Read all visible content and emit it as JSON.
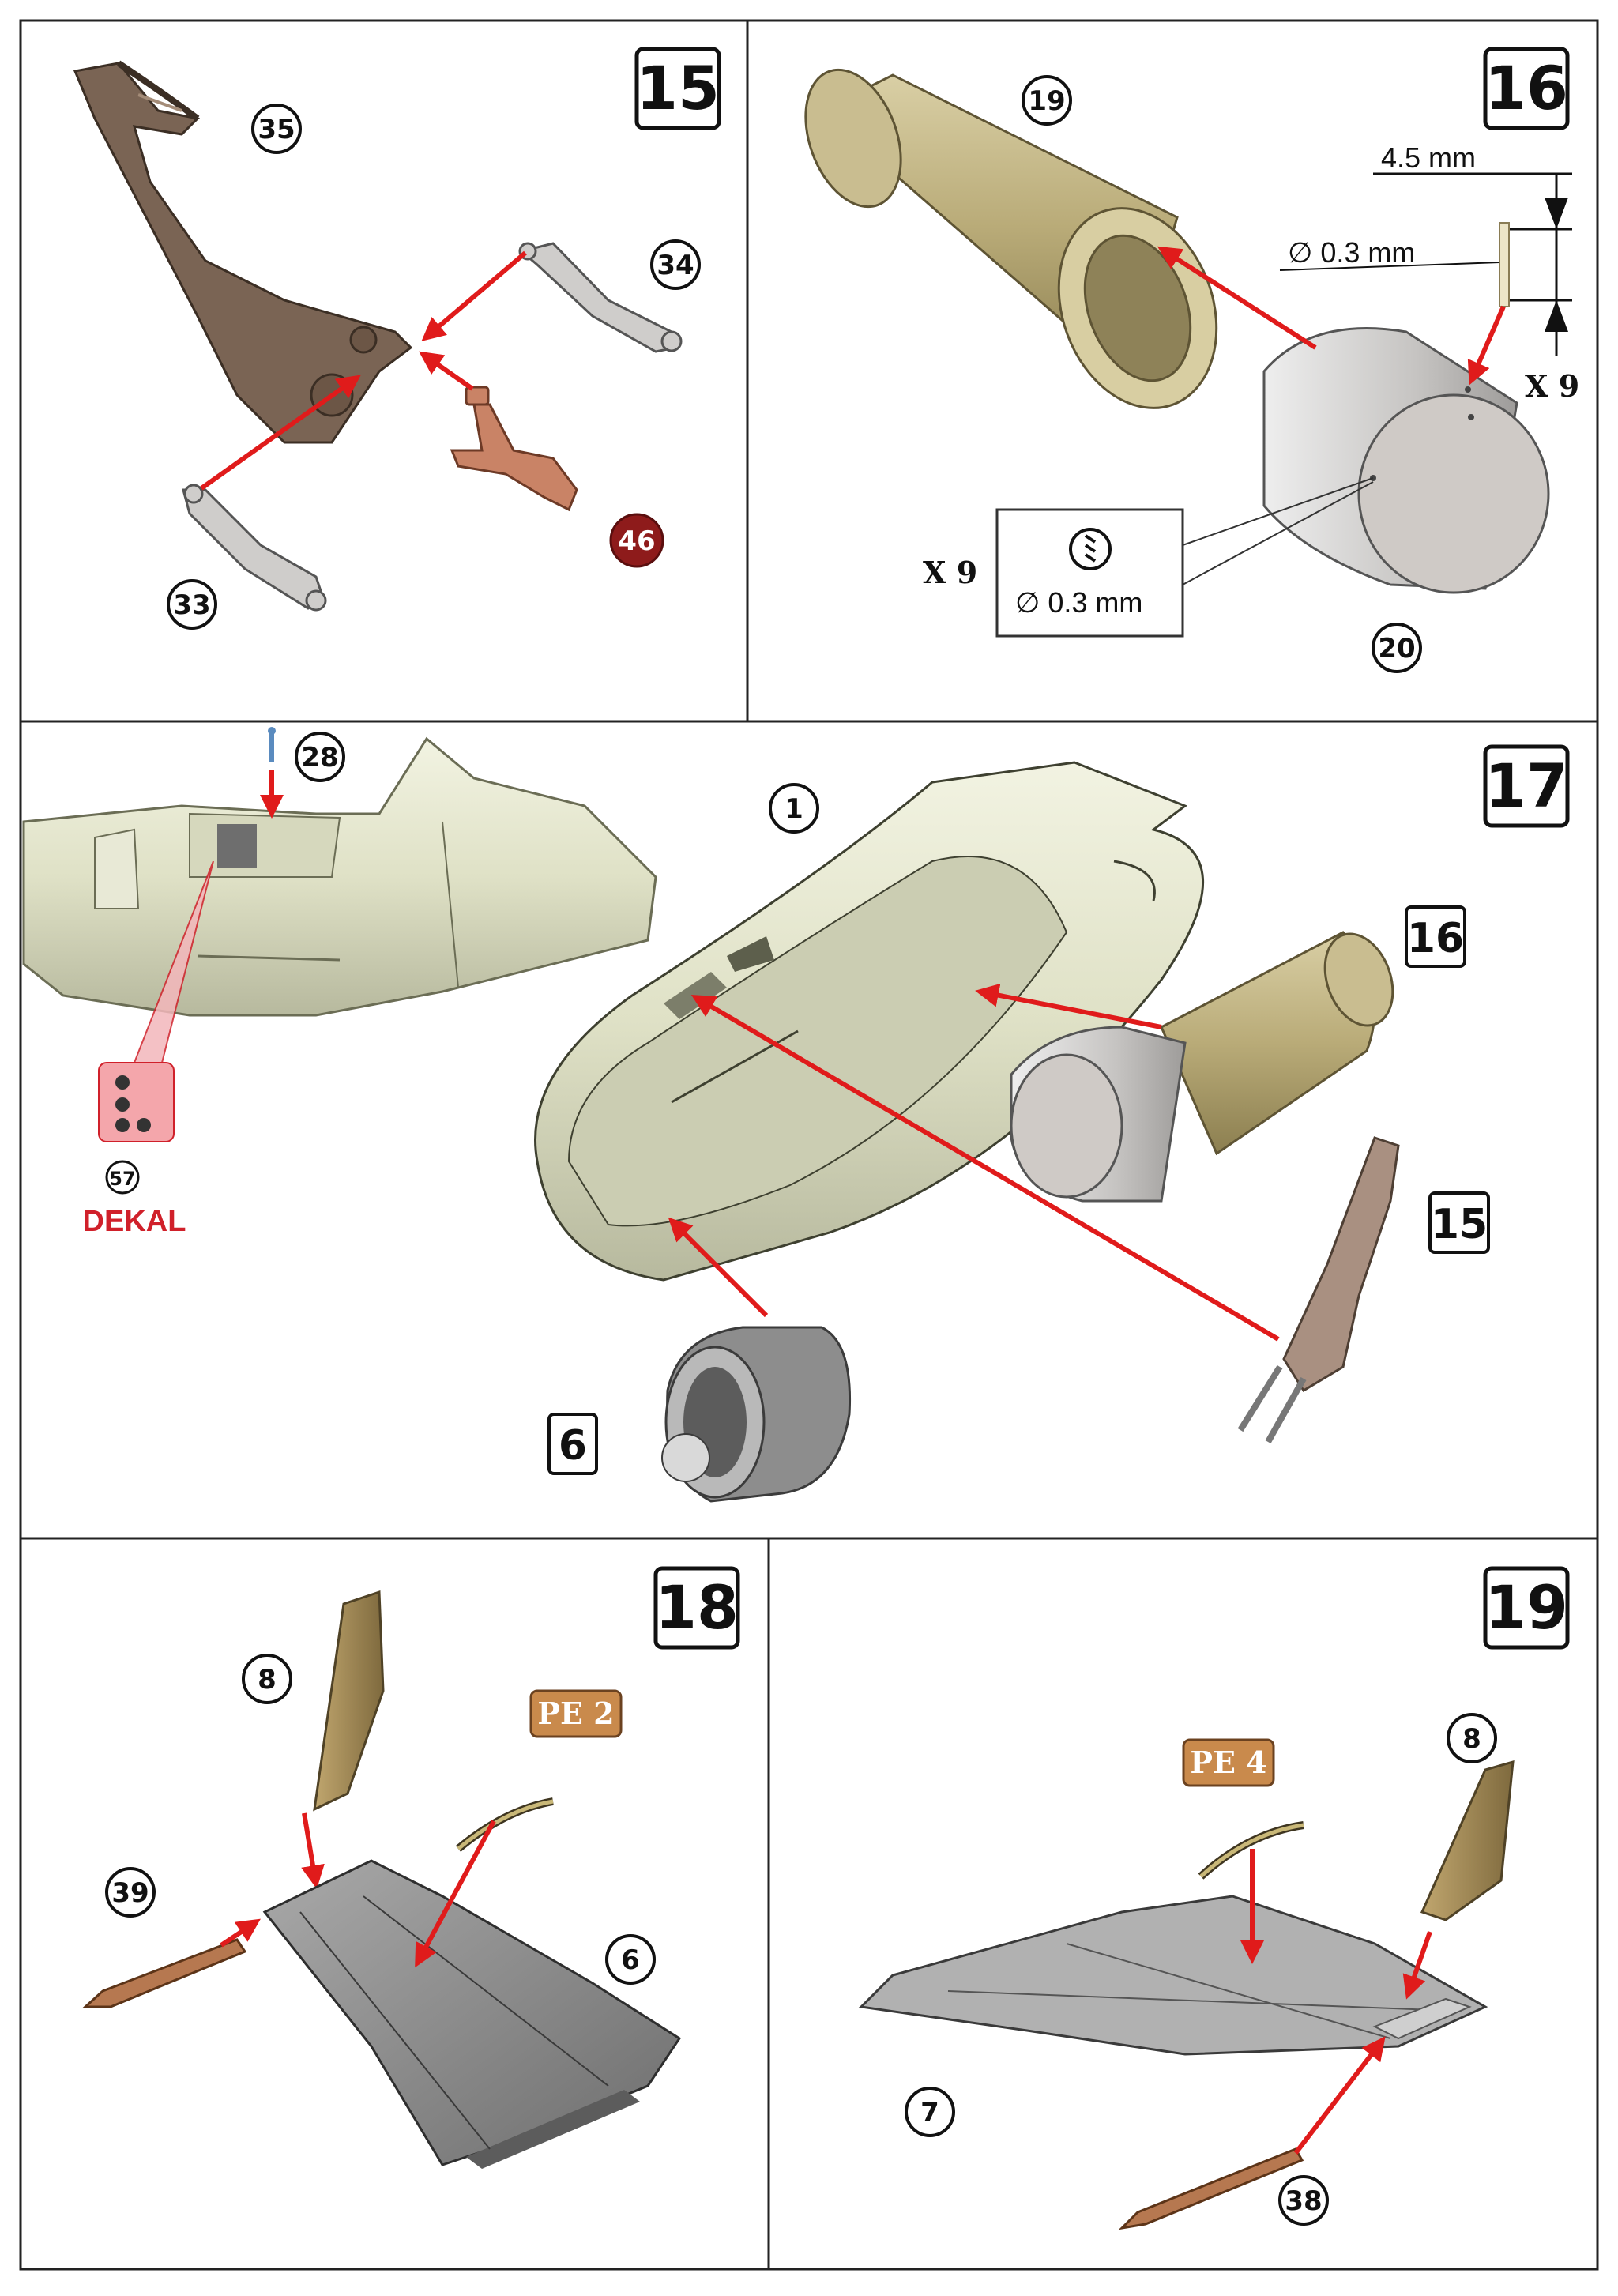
{
  "steps": [
    {
      "number": "15",
      "parts": [
        "35",
        "34",
        "46",
        "33"
      ]
    },
    {
      "number": "16",
      "parts": [
        "19",
        "20"
      ],
      "drill_depth": "4.5 mm",
      "drill_diameter": "∅ 0.3 mm",
      "hole_diameter": "∅ 0.3 mm",
      "multiplier_top": "X 9",
      "multiplier_left": "X 9"
    },
    {
      "number": "17",
      "parts": [
        "28",
        "1",
        "16",
        "15",
        "6"
      ],
      "decal_number": "57",
      "decal_label": "DEKAL"
    },
    {
      "number": "18",
      "parts": [
        "8",
        "39",
        "6"
      ],
      "pe_label": "PE 2"
    },
    {
      "number": "19",
      "parts": [
        "8",
        "7",
        "38"
      ],
      "pe_label": "PE 4"
    }
  ],
  "colors": {
    "arrow": "#e01b1b",
    "pe_badge": "#c98a4c",
    "resin_badge": "#8e1b1b",
    "decal": "#d0202a",
    "metal_brown": "#7a6454",
    "olive_tube": "#b7a878",
    "grey_part": "#c9c7c5"
  }
}
